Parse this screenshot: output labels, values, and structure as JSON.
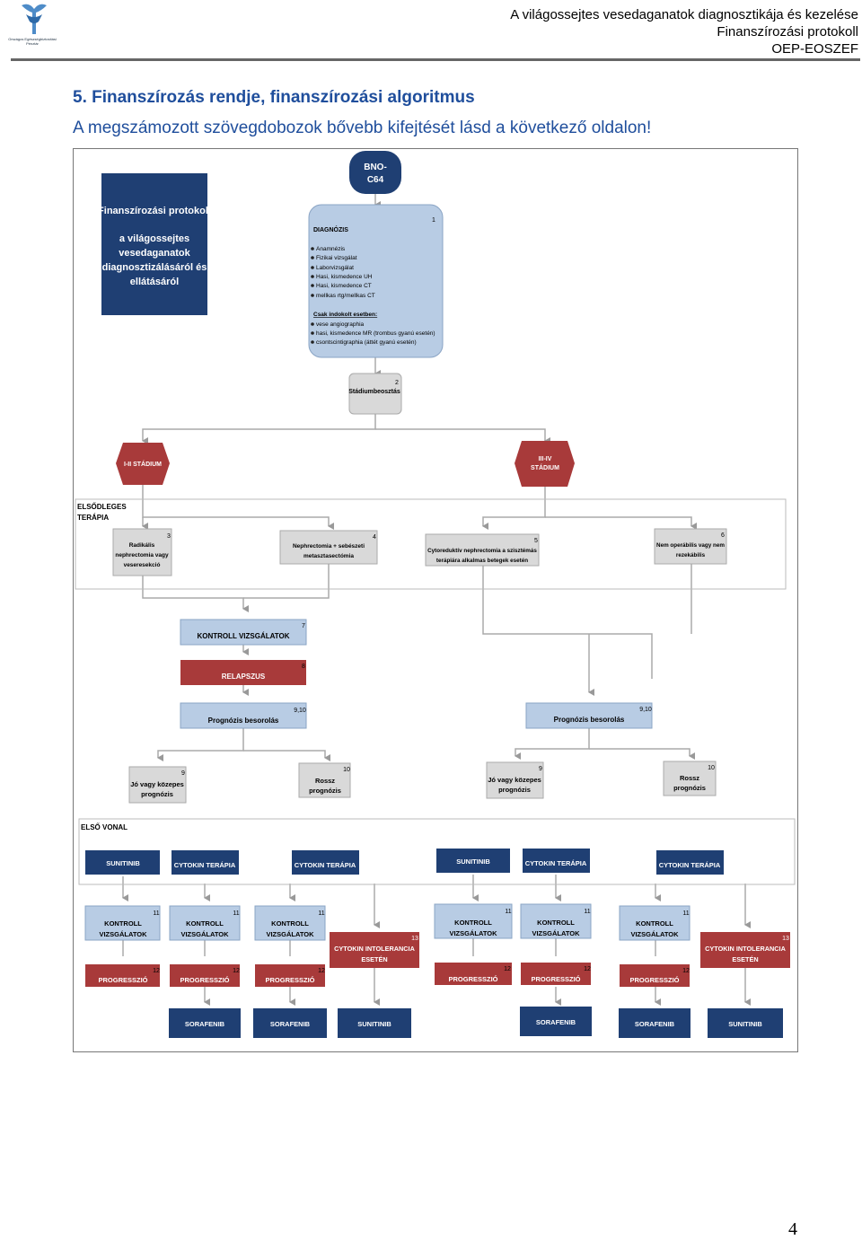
{
  "header": {
    "logo_text": "Országos Egészségbiztosítási Pénztár",
    "line1": "A világossejtes vesedaganatok diagnosztikája és kezelése",
    "line2": "Finanszírozási protokoll",
    "line3": "OEP-EOSZEF"
  },
  "section": {
    "title": "5.  Finanszírozás rendje, finanszírozási algoritmus",
    "subtitle": "A megszámozott szövegdobozok bővebb kifejtését lásd a következő oldalon!"
  },
  "diagram": {
    "protocol_box": {
      "line1": "Finanszírozási protokoll",
      "line2": "a világossejtes",
      "line3": "vesedaganatok",
      "line4": "diagnosztizálásáról és",
      "line5": "ellátásáról"
    },
    "bno": {
      "line1": "BNO-",
      "line2": "C64"
    },
    "diagnosis": {
      "num": "1",
      "title": "DIAGNÓZIS",
      "items": [
        "Anamnézis",
        "Fizikai vizsgálat",
        "Laborvizsgálat",
        "Hasi, kismedence UH",
        "Hasi, kismedence CT",
        "mellkas rtg/mellkas CT"
      ],
      "sub_title": "Csak indokolt esetben:",
      "sub_items": [
        "vese angiographia",
        "hasi, kismedence MR (trombus gyanú esetén)",
        "csontscintigraphia (áttét gyanú esetén)"
      ]
    },
    "staging": {
      "num": "2",
      "label": "Stádiumbeosztás"
    },
    "stage_early": "I-II STÁDIUM",
    "stage_late": {
      "line1": "III-IV",
      "line2": "STÁDIUM"
    },
    "primary_therapy": {
      "line1": "ELSŐDLEGES",
      "line2": "TERÁPIA"
    },
    "box3": {
      "num": "3",
      "lines": [
        "Radikális",
        "nephrectomia vagy",
        "veseresekció"
      ]
    },
    "box4": {
      "num": "4",
      "lines": [
        "Nephrectomia + sebészeti",
        "metasztasectómia"
      ]
    },
    "box5": {
      "num": "5",
      "lines": [
        "Cytoreduktív nephrectomia a szisztémás",
        "terápiára alkalmas betegek esetén"
      ]
    },
    "box6": {
      "num": "6",
      "lines": [
        "Nem operábilis vagy nem",
        "rezekábilis"
      ]
    },
    "control_exams": {
      "num": "7",
      "label": "KONTROLL VIZSGÁLATOK"
    },
    "relapse": {
      "num": "8",
      "label": "RELAPSZUS"
    },
    "prognosis_left": {
      "num": "9,10",
      "label": "Prognózis besorolás"
    },
    "prognosis_right": {
      "num": "9,10",
      "label": "Prognózis besorolás"
    },
    "good_left": {
      "num": "9",
      "line1": "Jó vagy közepes",
      "line2": "prognózis"
    },
    "poor_left": {
      "num": "10",
      "line1": "Rossz",
      "line2": "prognózis"
    },
    "good_right": {
      "num": "9",
      "line1": "Jó vagy közepes",
      "line2": "prognózis"
    },
    "poor_right": {
      "num": "10",
      "line1": "Rossz",
      "line2": "prognózis"
    },
    "first_line": "ELSŐ VONAL",
    "sunitinib": "SUNITINIB",
    "cytokine": "CYTOKIN TERÁPIA",
    "kontroll": {
      "num": "11",
      "line1": "KONTROLL",
      "line2": "VIZSGÁLATOK"
    },
    "progression": {
      "num": "12",
      "label": "PROGRESSZIÓ"
    },
    "intolerance": {
      "num": "13",
      "line1": "CYTOKIN INTOLERANCIA",
      "line2": "ESETÉN"
    },
    "sorafenib": "SORAFENIB"
  },
  "page_number": "4",
  "colors": {
    "navy": "#1f3f73",
    "light_blue": "#b8cce4",
    "red": "#a83a3a",
    "gray": "#d9d9d9",
    "heading_blue": "#1f4e9c"
  }
}
